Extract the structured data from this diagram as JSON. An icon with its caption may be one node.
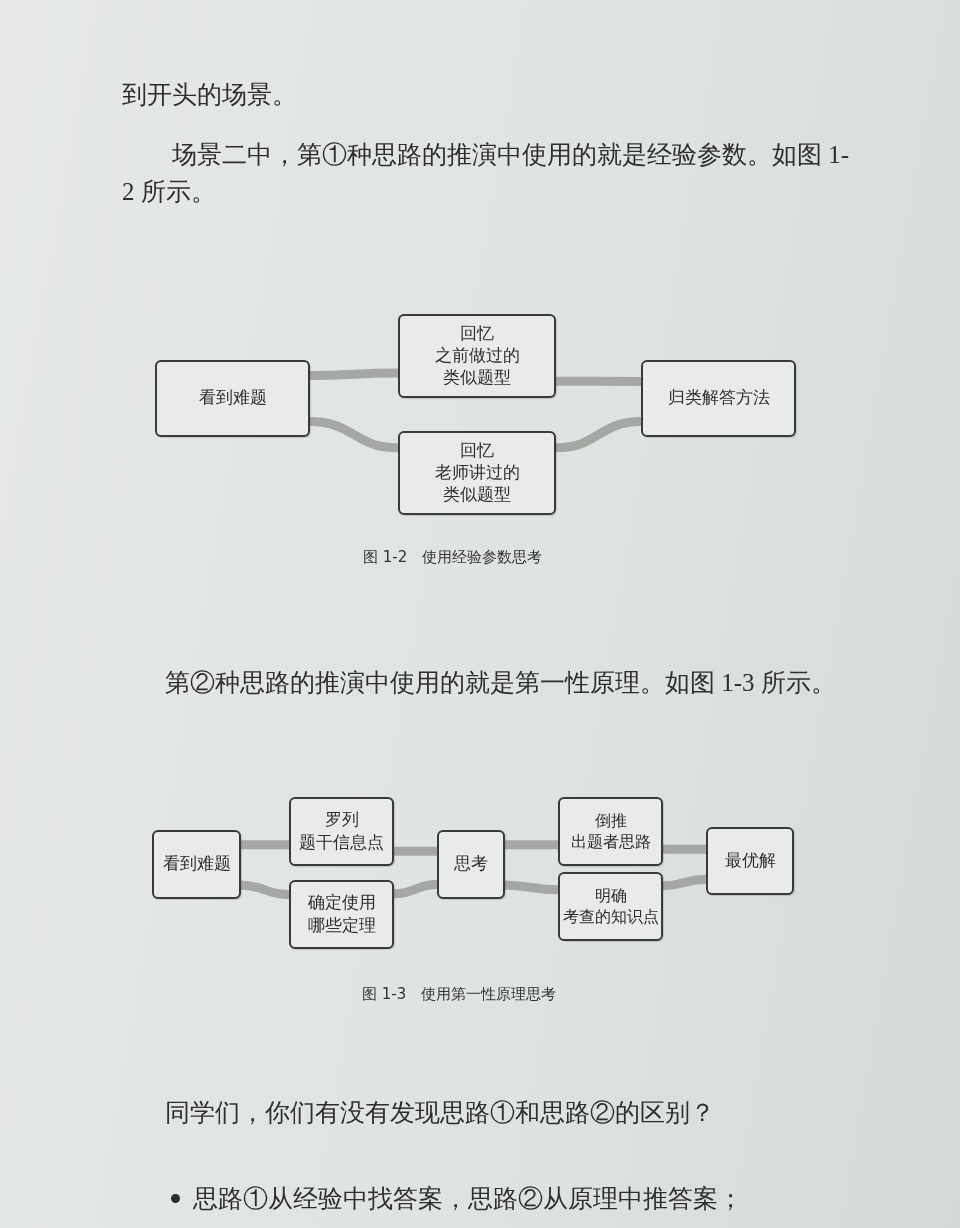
{
  "diagram": {
    "nodes": [
      {
        "text": [
          "看到难题"
        ]
      },
      {
        "text": [
          "回忆",
          "之前做过的类似题型"
        ]
      },
      {
        "text": [
          "回忆",
          "老师讲过的类似题型"
        ]
      },
      {
        "text": [
          "归类解答方法"
        ]
      },
      {
        "text": [
          "看到难题"
        ]
      },
      {
        "text": [
          "罗列",
          "题干信息点"
        ]
      },
      {
        "text": [
          "确定使用哪些定理"
        ]
      },
      {
        "text": [
          "思考"
        ]
      },
      {
        "text": [
          "倒推",
          "出题者思路"
        ]
      },
      {
        "text": [
          "明确",
          "考查的知识点"
        ]
      },
      {
        "text": [
          "最优解"
        ]
      }
    ],
    "edges": [
      {
        "from": 0,
        "to": 1,
        "arrow": "none"
      },
      {
        "from": 0,
        "to": 2,
        "arrow": "none"
      },
      {
        "from": 1,
        "to": 3,
        "arrow": "none"
      },
      {
        "from": 2,
        "to": 3,
        "arrow": "none"
      },
      {
        "from": 4,
        "to": 5,
        "arrow": "none"
      },
      {
        "from": 4,
        "to": 6,
        "arrow": "none"
      },
      {
        "from": 5,
        "to": 7,
        "arrow": "none"
      },
      {
        "from": 6,
        "to": 7,
        "arrow": "none"
      },
      {
        "from": 7,
        "to": 8,
        "arrow": "none"
      },
      {
        "from": 7,
        "to": 9,
        "arrow": "none"
      },
      {
        "from": 8,
        "to": 10,
        "arrow": "none"
      },
      {
        "from": 9,
        "to": 10,
        "arrow": "none"
      }
    ],
    "labels": [
      "到开头的场景。",
      "场景二中，第①种思路的推演中使用的就是经验参数。如图 1-2 所示。",
      "图 1-2　使用经验参数思考",
      "第②种思路的推演中使用的就是第一性原理。如图 1-3 所示。",
      "图 1-3　使用第一性原理思考",
      "同学们，你们有没有发现思路①和思路②的区别？",
      "思路①从经验中找答案，思路②从原理中推答案；"
    ]
  }
}
